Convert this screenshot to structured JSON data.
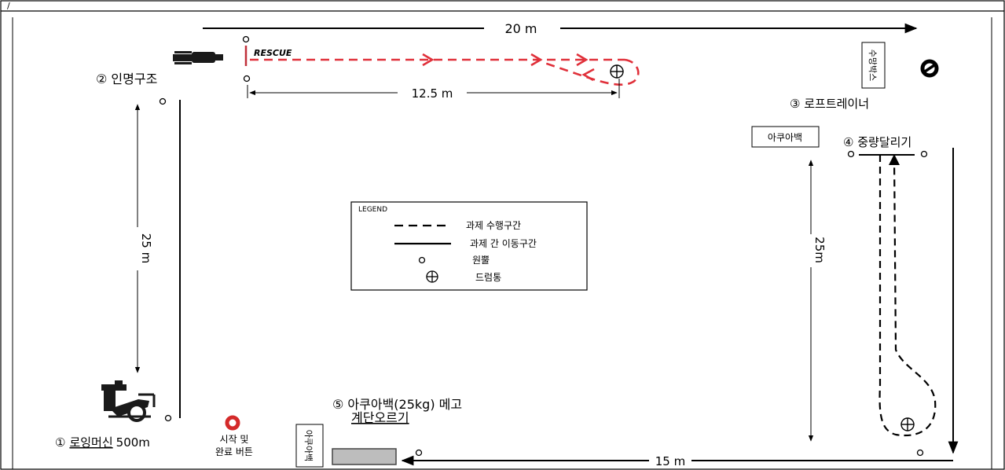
{
  "header_mark": "/",
  "dimensions": {
    "top_width": "20 m",
    "rescue_distance": "12.5 m",
    "left_length": "25 m",
    "right_length": "25m",
    "bottom_width": "15 m"
  },
  "stations": {
    "rescue": {
      "label": "② 인명구조",
      "sign": "RESCUE"
    },
    "rope": {
      "label": "③ 로프트레이너",
      "box": "수망박스"
    },
    "weight_run": {
      "label": "④ 중량달리기",
      "box": "아쿠아백"
    },
    "stairs": {
      "label_line1": "⑤ 아쿠아백(25kg) 메고",
      "label_line2": "계단오르기",
      "box": "아쿠아백"
    },
    "rowing": {
      "label_prefix": "①",
      "label_name": "로잉머신",
      "label_suffix": "500m"
    },
    "start": {
      "line1": "시작 및",
      "line2": "완료 버튼"
    }
  },
  "legend": {
    "title": "LEGEND",
    "items": [
      {
        "symbol": "dashed-line",
        "label": "과제 수행구간"
      },
      {
        "symbol": "solid-line",
        "label": "과제 간 이동구간"
      },
      {
        "symbol": "cone",
        "label": "원뿔"
      },
      {
        "symbol": "drum",
        "label": "드럼통"
      }
    ]
  },
  "colors": {
    "task_path": "#e0303a",
    "start_button": "#d42a2a",
    "line": "#000000"
  }
}
